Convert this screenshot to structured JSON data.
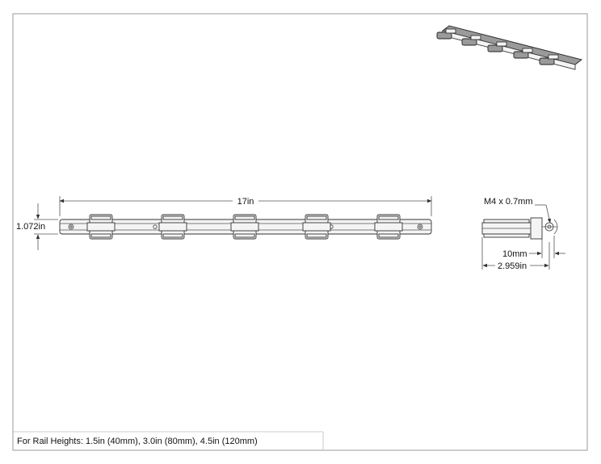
{
  "drawing": {
    "note": "For Rail Heights: 1.5in (40mm), 3.0in (80mm), 4.5in (120mm)"
  },
  "dimensions": {
    "length": "17in",
    "height": "1.072in",
    "thread": "M4 x 0.7mm",
    "offset": "10mm",
    "depth": "2.959in"
  },
  "colors": {
    "border": "#9a9a9a",
    "linework": "#333333",
    "shaded": "#8c8c8c"
  }
}
